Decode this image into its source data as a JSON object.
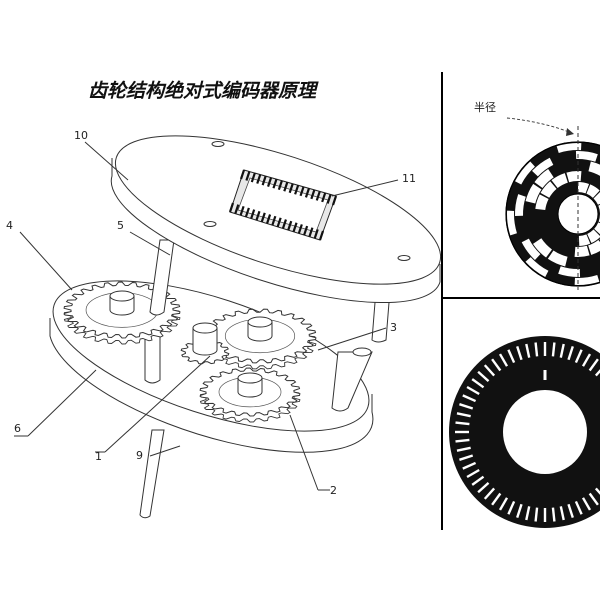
{
  "title": "齿轮结构绝对式编码器原理",
  "radius_label": "半径",
  "callouts": [
    "1",
    "2",
    "3",
    "4",
    "5",
    "6",
    "9",
    "10",
    "11"
  ]
}
